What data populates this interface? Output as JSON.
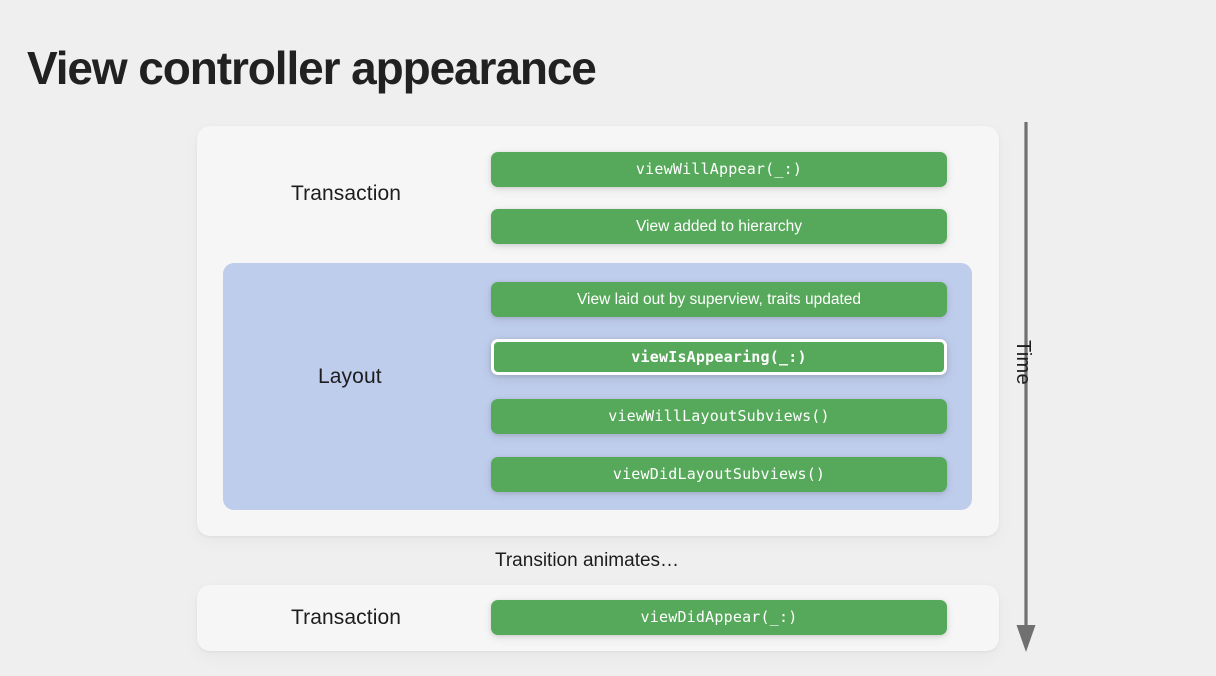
{
  "page": {
    "title": "View controller appearance",
    "background_color": "#efeff0"
  },
  "colors": {
    "card": "#f6f6f6",
    "layout_band": "#bfcdec",
    "pill_green": "#56a95a",
    "pill_text": "#ffffff",
    "axis_gray": "#707070",
    "text": "#1d1d1f"
  },
  "diagram": {
    "sections": [
      {
        "name": "transaction-top",
        "label": "Transaction",
        "steps": [
          {
            "label": "viewWillAppear(_:)",
            "style": "mono",
            "highlighted": false
          },
          {
            "label": "View added to hierarchy",
            "style": "prose",
            "highlighted": false
          }
        ]
      },
      {
        "name": "layout",
        "label": "Layout",
        "steps": [
          {
            "label": "View laid out by superview, traits updated",
            "style": "prose",
            "highlighted": false
          },
          {
            "label": "viewIsAppearing(_:)",
            "style": "mono",
            "highlighted": true
          },
          {
            "label": "viewWillLayoutSubviews()",
            "style": "mono",
            "highlighted": false
          },
          {
            "label": "viewDidLayoutSubviews()",
            "style": "mono",
            "highlighted": false
          }
        ]
      },
      {
        "name": "transaction-bottom",
        "label": "Transaction",
        "steps": [
          {
            "label": "viewDidAppear(_:)",
            "style": "mono",
            "highlighted": false
          }
        ]
      }
    ],
    "transition_caption": "Transition animates…",
    "time_axis": {
      "label": "Time",
      "direction": "downward"
    }
  }
}
